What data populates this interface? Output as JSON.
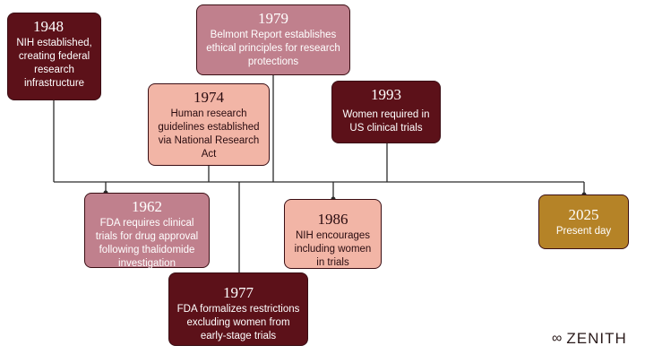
{
  "events": [
    {
      "year": "1948",
      "text": "NIH established, creating federal research infrastructure"
    },
    {
      "year": "1962",
      "text": "FDA requires clinical trials for drug approval following thalidomide investigation"
    },
    {
      "year": "1974",
      "text": "Human research guidelines established via National Research Act"
    },
    {
      "year": "1977",
      "text": "FDA formalizes restrictions excluding women from early-stage trials"
    },
    {
      "year": "1979",
      "text": "Belmont Report establishes ethical principles for research protections"
    },
    {
      "year": "1986",
      "text": "NIH encourages including women in trials"
    },
    {
      "year": "1993",
      "text": "Women required in US clinical trials"
    },
    {
      "year": "2025",
      "text": "Present day"
    }
  ],
  "brand": {
    "name": "ZENITH",
    "icon": "infinity-figure-icon"
  },
  "colors": {
    "dark": "#5c1119",
    "mauve": "#c0808d",
    "pink": "#f2b5a6",
    "gold": "#b58327",
    "line": "#2b2b2b"
  }
}
